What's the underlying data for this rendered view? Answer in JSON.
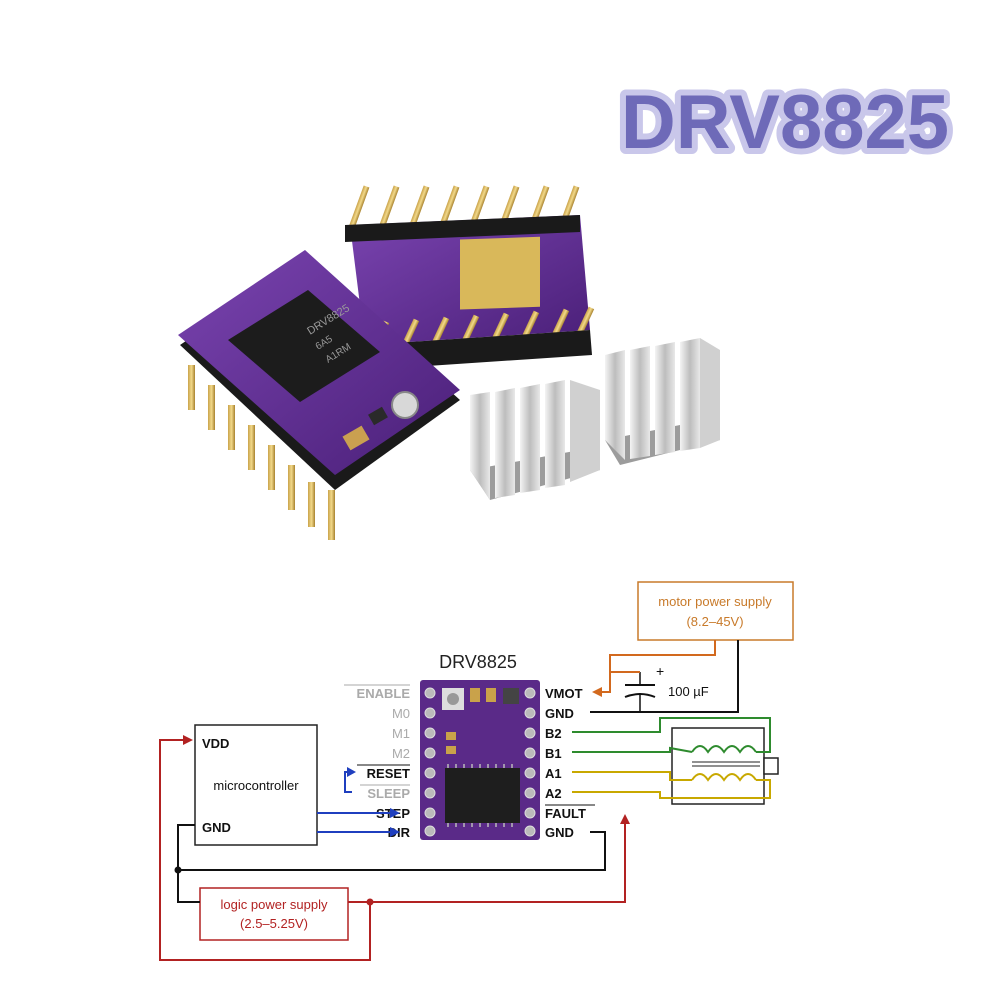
{
  "title": "DRV8825",
  "colors": {
    "title_fill": "#6e6ab8",
    "pcb_purple": "#5a2a88",
    "logic_wire": "#b22222",
    "motor_wire": "#d2691e",
    "ctrl_wire": "#1f3fbf",
    "coil_b": "#2e8b2e",
    "coil_a": "#c8a800"
  },
  "photo": {
    "chip_marking": "DRV8825",
    "chip_marking_2": "6A5",
    "chip_marking_3": "A1RM"
  },
  "diagram": {
    "board_label": "DRV8825",
    "left_pins": [
      "ENABLE",
      "M0",
      "M1",
      "M2",
      "RESET",
      "SLEEP",
      "STEP",
      "DIR"
    ],
    "right_pins": [
      "VMOT",
      "GND",
      "B2",
      "B1",
      "A1",
      "A2",
      "FAULT",
      "GND"
    ],
    "microcontroller": {
      "vdd": "VDD",
      "name": "microcontroller",
      "gnd": "GND"
    },
    "logic_supply": {
      "name": "logic power supply",
      "range": "(2.5–5.25V)"
    },
    "motor_supply": {
      "name": "motor power supply",
      "range": "(8.2–45V)"
    },
    "capacitor": {
      "value": "100 µF",
      "polarity": "+"
    }
  }
}
